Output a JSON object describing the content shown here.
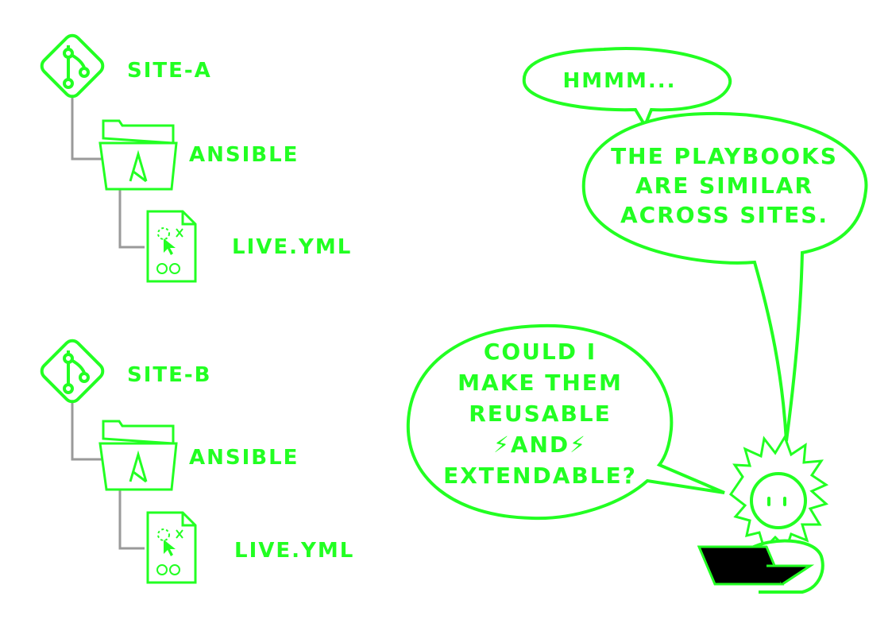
{
  "colors": {
    "accent": "#22ff22",
    "connector": "#9a9a9a",
    "laptop": "#000000"
  },
  "trees": [
    {
      "repo": "site-a",
      "folder": "ansible",
      "file": "live.yml"
    },
    {
      "repo": "site-b",
      "folder": "ansible",
      "file": "live.yml"
    }
  ],
  "bubbles": {
    "hmm": "HMMM...",
    "similar": [
      "THE PLAYBOOKS",
      "ARE SIMILAR",
      "ACROSS SITES."
    ],
    "question": [
      "COULD I",
      "MAKE THEM",
      "REUSABLE",
      "⚡AND⚡",
      "EXTENDABLE?"
    ]
  },
  "icons": [
    "git-icon",
    "folder-icon",
    "ansible-icon",
    "playbook-file-icon",
    "person-icon",
    "laptop-icon"
  ]
}
